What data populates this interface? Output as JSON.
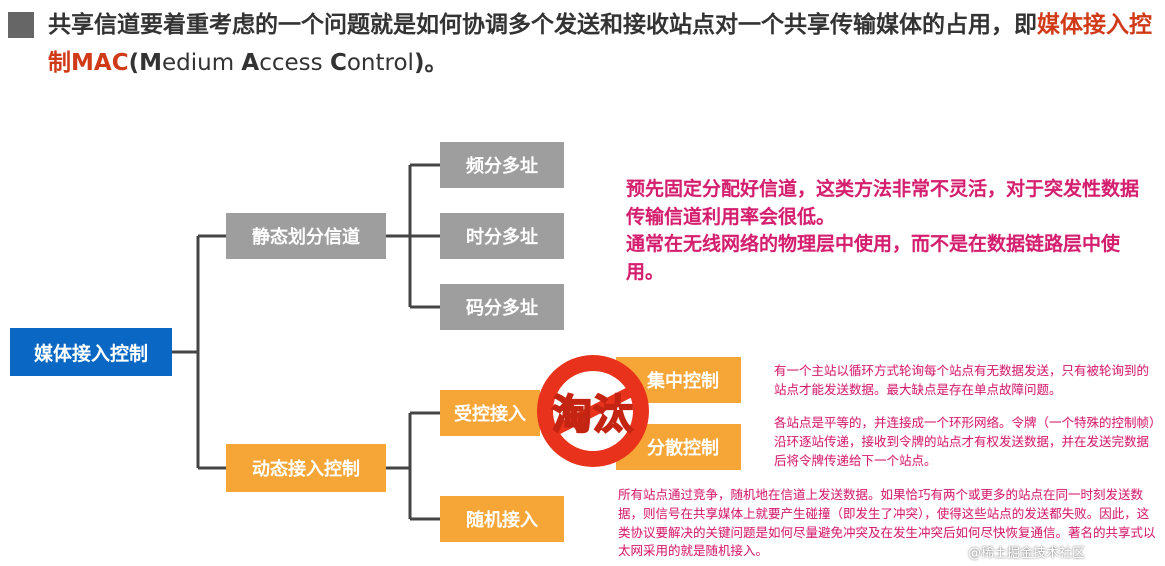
{
  "header": {
    "text_before": "共享信道要着重考虑的一个问题就是如何协调多个发送和接收站点对一个共享传输媒体的占用，即",
    "highlight": "媒体接入控制MAC",
    "paren_open": "(",
    "w1_cap": "M",
    "w1_rest": "edium ",
    "w2_cap": "A",
    "w2_rest": "ccess ",
    "w3_cap": "C",
    "w3_rest": "ontrol",
    "paren_close": ")。"
  },
  "nodes": {
    "root": "媒体接入控制",
    "static": "静态划分信道",
    "dynamic": "动态接入控制",
    "fdma": "频分多址",
    "tdma": "时分多址",
    "cdma": "码分多址",
    "controlled": "受控接入",
    "random": "随机接入",
    "centralized": "集中控制",
    "distributed": "分散控制"
  },
  "notes": {
    "static_p1": "预先固定分配好信道，这类方法非常不灵活，对于突发性数据传输信道利用率会很低。",
    "static_p2": "通常在无线网络的物理层中使用，而不是在数据链路层中使用。",
    "centralized": "有一个主站以循环方式轮询每个站点有无数据发送，只有被轮询到的站点才能发送数据。最大缺点是存在单点故障问题。",
    "distributed": "各站点是平等的，并连接成一个环形网络。令牌（一个特殊的控制帧）沿环逐站传递，接收到令牌的站点才有权发送数据，并在发送完数据后将令牌传递给下一个站点。",
    "random": "所有站点通过竞争，随机地在信道上发送数据。如果恰巧有两个或更多的站点在同一时刻发送数据，则信号在共享媒体上就要产生碰撞（即发生了冲突），使得这些站点的发送都失败。因此，这类协议要解决的关键问题是如何尽量避免冲突及在发生冲突后如何尽快恢复通信。著名的共享式以太网采用的就是随机接入。"
  },
  "stamp": {
    "text": "淘汰",
    "color": "#e8321c"
  },
  "watermark": "@稀土掘金技术社区",
  "colors": {
    "blue": "#0a68c4",
    "gray": "#9e9e9e",
    "orange": "#f6a537",
    "note": "#d41e6e",
    "accent": "#d03a18"
  }
}
